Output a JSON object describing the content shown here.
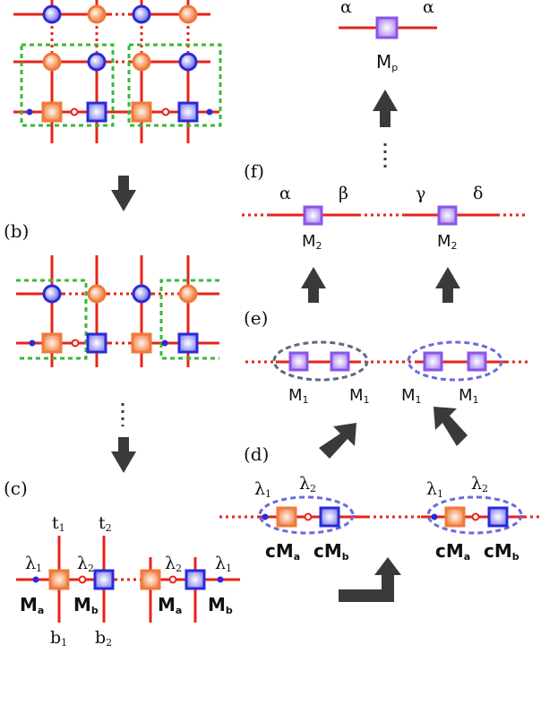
{
  "panels": {
    "b": "(b)",
    "c": "(c)",
    "d": "(d)",
    "e": "(e)",
    "f": "(f)"
  },
  "symbols": {
    "alpha": "α",
    "beta": "β",
    "gamma": "γ",
    "delta": "δ",
    "lambda": "λ",
    "t": "t",
    "b": "b",
    "M": "M",
    "cM": "cM",
    "sub_1": "1",
    "sub_2": "2",
    "sub_p": "p",
    "sub_a": "a",
    "sub_b": "b"
  },
  "colors": {
    "bond": "#e8231a",
    "orange_site": "#f07a3a",
    "blue_site": "#2a2ad8",
    "purple_site": "#8a55e8",
    "cluster_box": "#38b838",
    "ellipse": "#6a6ae0",
    "ellipse_dark": "#5a6a80",
    "arrow": "#3a3a3a"
  }
}
